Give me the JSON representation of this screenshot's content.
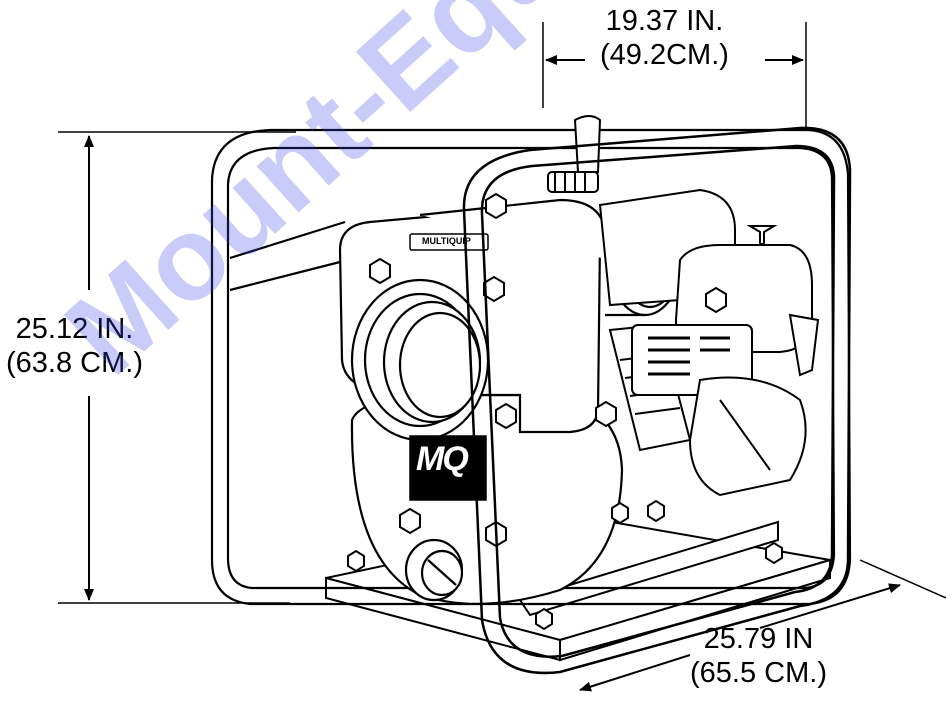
{
  "dimensions": {
    "width": {
      "imperial": "19.37 IN.",
      "metric": "(49.2CM.)"
    },
    "height": {
      "imperial": "25.12 IN.",
      "metric": "(63.8 CM.)"
    },
    "length": {
      "imperial": "25.79 IN",
      "metric": "(65.5 CM.)"
    }
  },
  "brand": {
    "badge_text": "MULTIQUIP",
    "logo_text": "MQ"
  },
  "watermark": "Mount-Equipment.com",
  "colors": {
    "line": "#000000",
    "watermark": "#3c46e6",
    "background": "#ffffff"
  }
}
